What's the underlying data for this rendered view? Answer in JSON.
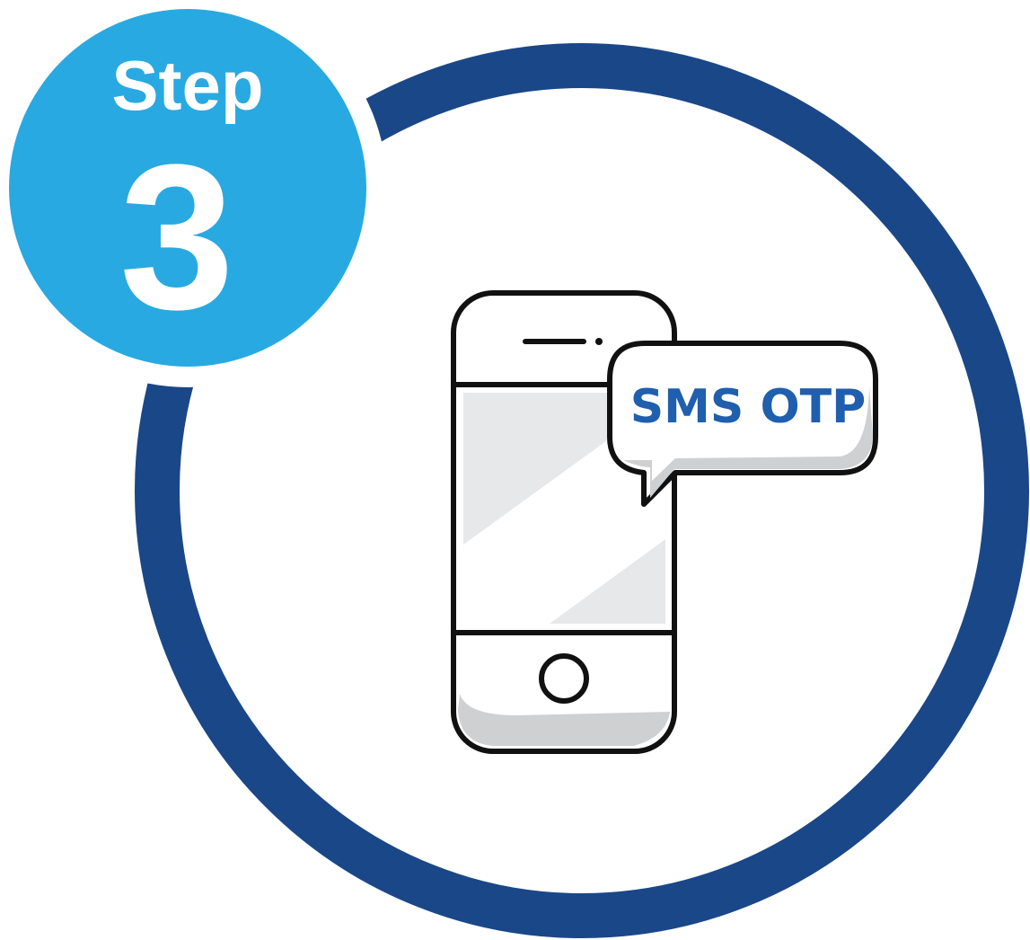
{
  "step_badge": {
    "label": "Step",
    "number": "3"
  },
  "phone": {
    "message_bubble": {
      "text": "SMS OTP"
    }
  },
  "icons": {
    "badge": "step-badge-icon",
    "ring": "progress-ring-icon",
    "phone": "smartphone-icon",
    "bubble": "speech-bubble-icon",
    "home_button": "home-button-icon"
  },
  "colors": {
    "ring": "#1a4788",
    "badge": "#29a9e1",
    "badge_text": "#ffffff",
    "bubble_text": "#1f5fae",
    "outline": "#111111",
    "screen_shade": "#e7e8ea",
    "shadow": "#cfd0d2"
  }
}
